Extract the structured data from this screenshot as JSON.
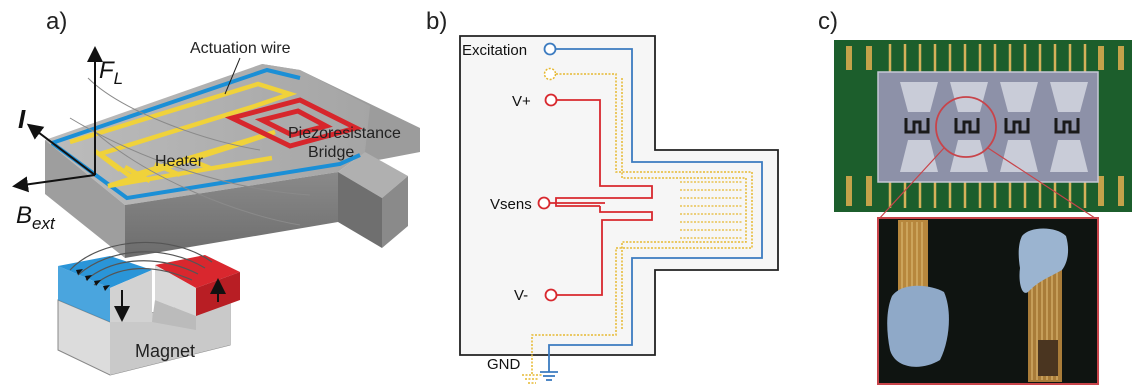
{
  "panels": {
    "a": {
      "label": "a)",
      "texts": {
        "force": "F",
        "force_sub": "L",
        "current": "I",
        "field": "B",
        "field_sub": "ext",
        "actuation": "Actuation wire",
        "heater": "Heater",
        "piezo_1": "Piezoresistance",
        "piezo_2": "Bridge",
        "magnet": "Magnet"
      },
      "colors": {
        "blue_wire": "#1b8fd6",
        "heater": "#f0d23a",
        "bridge": "#d7262c",
        "magnet_blue": "#2a95d8",
        "magnet_red": "#d9272e"
      }
    },
    "b": {
      "label": "b)",
      "texts": {
        "excitation": "Excitation",
        "vplus": "V+",
        "vsens": "Vsens",
        "vminus": "V-",
        "gnd": "GND"
      },
      "colors": {
        "excitation": "#3b7bc0",
        "yellow": "#e6b830",
        "red": "#d8282e",
        "outline": "#222222"
      }
    },
    "c": {
      "label": "c)"
    }
  }
}
